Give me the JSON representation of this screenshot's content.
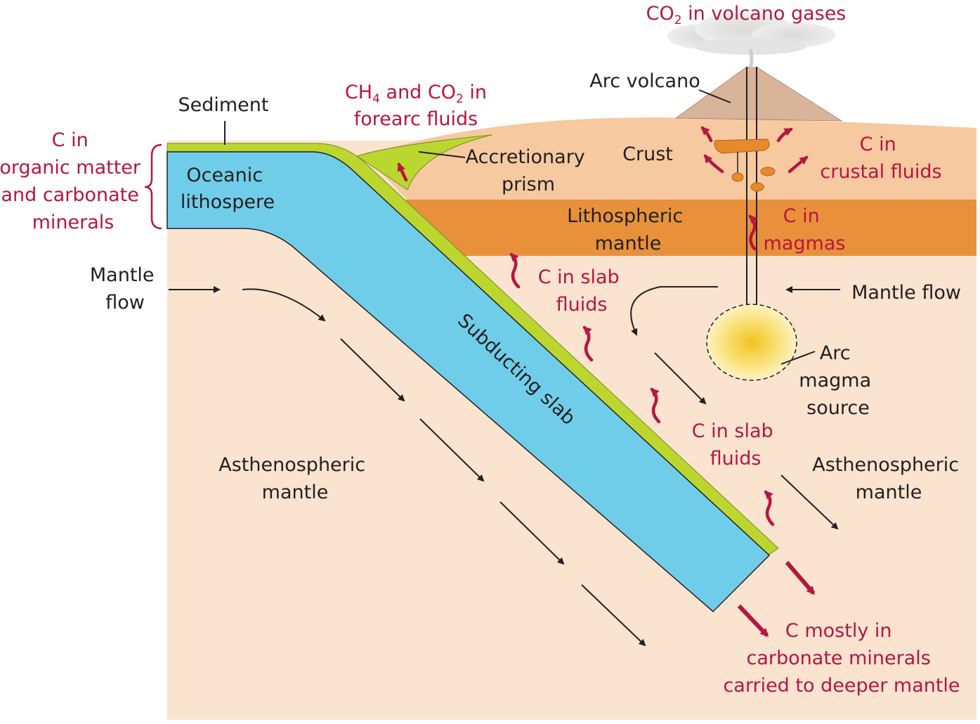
{
  "colors": {
    "background": "#ffffff",
    "asthenosphere": "#fae3cf",
    "crust": "#f6c9a0",
    "lithospheric_mantle": "#e8913a",
    "slab": "#70cde9",
    "sediment": "#bcd630",
    "volcano": "#d8b49a",
    "magma_chamber": "#e88a2b",
    "magma_source": "#f6c62a",
    "carbon_label": "#b5173f",
    "text": "#231f20"
  },
  "labels": {
    "co2_volcano": {
      "pre": "CO",
      "sub": "2",
      "post": " in volcano gases"
    },
    "arc_volcano": "Arc volcano",
    "sediment": "Sediment",
    "forearc_l1": {
      "a": "CH",
      "asub": "4",
      "b": " and CO",
      "bsub": "2",
      "c": " in"
    },
    "forearc_l2": "forearc fluids",
    "c_organic": [
      "C in",
      "organic matter",
      "and carbonate",
      "minerals"
    ],
    "oceanic_lith": [
      "Oceanic",
      "lithospere"
    ],
    "accretionary": [
      "Accretionary",
      "prism"
    ],
    "crust": "Crust",
    "c_crustal": [
      "C in",
      "crustal fluids"
    ],
    "lith_mantle": [
      "Lithospheric",
      "mantle"
    ],
    "c_magmas": [
      "C in",
      "magmas"
    ],
    "mantle_flow_left": [
      "Mantle",
      "flow"
    ],
    "mantle_flow_right": "Mantle flow",
    "c_slab_1": [
      "C in slab",
      "fluids"
    ],
    "c_slab_2": [
      "C in slab",
      "fluids"
    ],
    "subducting_slab": "Subducting slab",
    "arc_magma": [
      "Arc",
      "magma",
      "source"
    ],
    "astheno_left": [
      "Asthenospheric",
      "mantle"
    ],
    "astheno_right": [
      "Asthenospheric",
      "mantle"
    ],
    "c_deeper": [
      "C mostly in",
      "carbonate minerals",
      "carried to deeper mantle"
    ]
  }
}
